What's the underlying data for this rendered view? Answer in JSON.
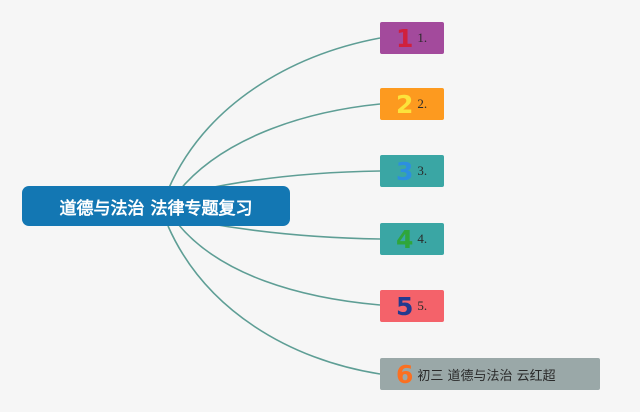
{
  "root": {
    "label": "道德与法治 法律专题复习"
  },
  "branches": [
    {
      "num": "1",
      "label": "1.",
      "bg": "#a34a9c",
      "num_color": "#d0203d"
    },
    {
      "num": "2",
      "label": "2.",
      "bg": "#fd9a1f",
      "num_color": "#fce33b"
    },
    {
      "num": "3",
      "label": "3.",
      "bg": "#3aa6a4",
      "num_color": "#2c8fe0"
    },
    {
      "num": "4",
      "label": "4.",
      "bg": "#3aa6a4",
      "num_color": "#2fa63b"
    },
    {
      "num": "5",
      "label": "5.",
      "bg": "#f4626a",
      "num_color": "#213a8f"
    },
    {
      "num": "6",
      "label": "初三 道德与法治 云红超",
      "bg": "#9aa8a8",
      "num_color": "#fb7021"
    }
  ],
  "colors": {
    "link": "#5e9e95",
    "root_bg": "#1377b3"
  }
}
